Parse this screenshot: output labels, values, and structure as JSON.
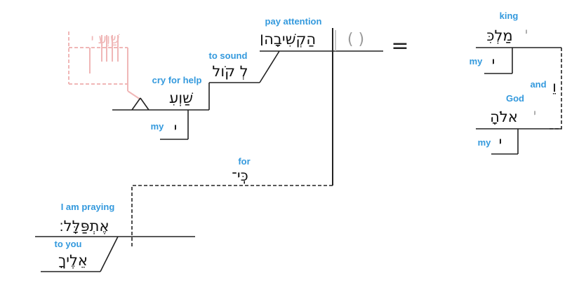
{
  "colors": {
    "gloss": "#3399dd",
    "ghost": "#f0b7b7",
    "line": "#222222"
  },
  "main": {
    "verb": {
      "hebrew": "הַקְשִׁיבָה׀",
      "gloss": "pay attention"
    },
    "verb_paren": "(   )",
    "to_sound": {
      "hebrew": "לְ קֹול",
      "gloss": "to sound"
    },
    "cry_for_help": {
      "hebrew": "שַׁוְעִ",
      "gloss": "cry for help"
    },
    "my": {
      "hebrew": "י",
      "gloss": "my"
    },
    "ghost": {
      "hebrew": "שַׁוְעִ י"
    }
  },
  "equals": "=",
  "apposition": {
    "king": {
      "hebrew": "מַלְכִּ",
      "suffix": "י",
      "gloss": "king"
    },
    "my_king": {
      "hebrew": "י",
      "gloss": "my"
    },
    "and": {
      "hebrew": "וֵ",
      "gloss": "and"
    },
    "god": {
      "hebrew": "אלֹהָ",
      "suffix": "י",
      "gloss": "God"
    },
    "my_god": {
      "hebrew": "י",
      "gloss": "my"
    }
  },
  "conjunction": {
    "hebrew": "כִּֽי־",
    "gloss": "for"
  },
  "subclause": {
    "verb": {
      "hebrew": "אֶתְפַּלָּל׃",
      "gloss": "I am praying"
    },
    "to_you": {
      "hebrew": "אֵלֶיךָ",
      "gloss": "to you"
    }
  }
}
